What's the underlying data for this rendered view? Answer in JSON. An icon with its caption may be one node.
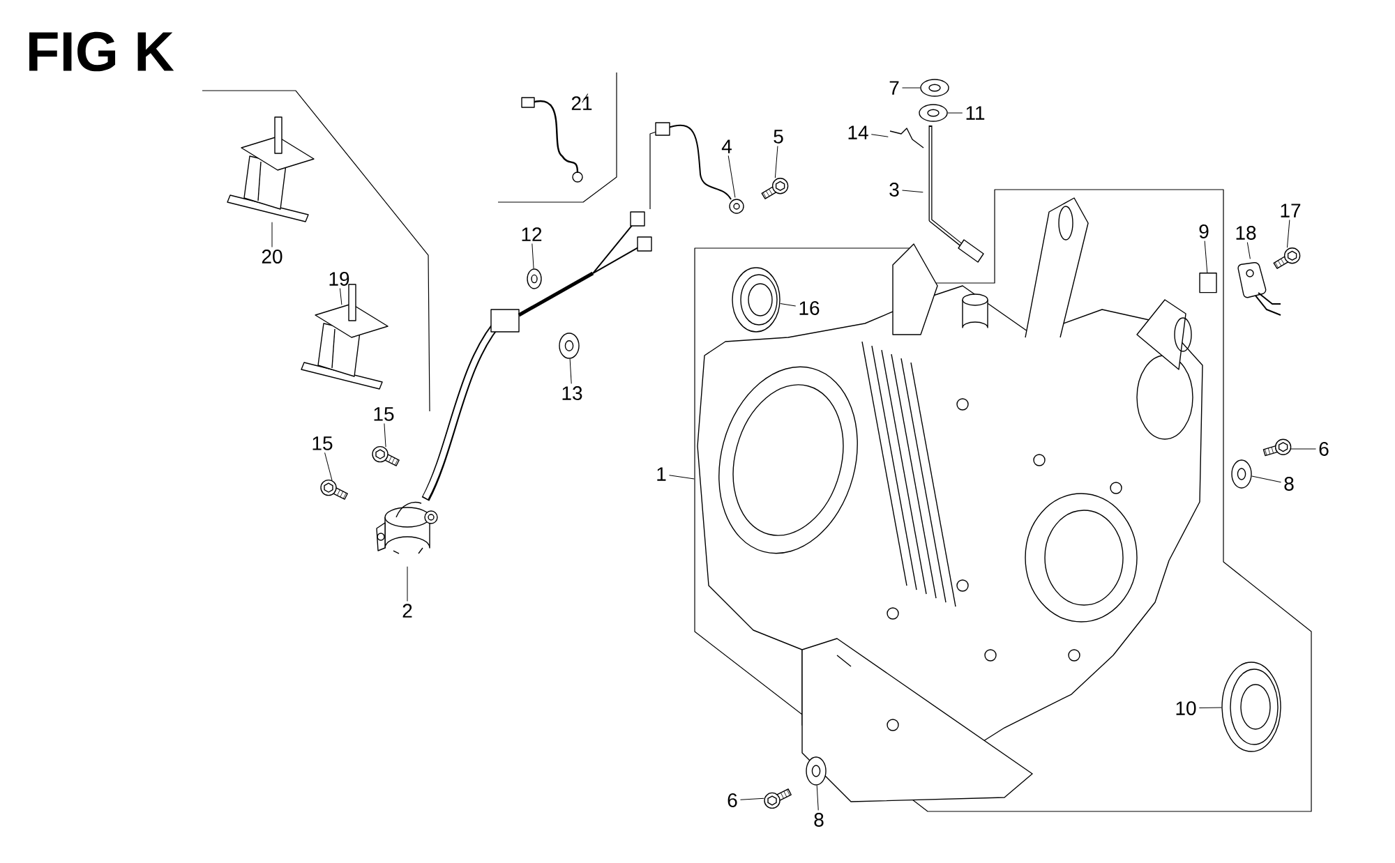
{
  "diagram": {
    "title": "FIG K",
    "nodes": [
      {
        "text": [
          "20"
        ]
      },
      {
        "text": [],
        "shape": "picture"
      },
      {
        "text": [
          "19"
        ]
      },
      {
        "text": [],
        "shape": "picture"
      },
      {
        "text": [
          "15"
        ]
      },
      {
        "text": [],
        "shape": "picture"
      },
      {
        "text": [
          "15"
        ]
      },
      {
        "text": [],
        "shape": "picture"
      },
      {
        "text": [
          "2"
        ]
      },
      {
        "text": [],
        "shape": "picture"
      },
      {
        "text": [
          "21"
        ]
      },
      {
        "text": [],
        "shape": "picture"
      },
      {
        "text": [
          "12"
        ]
      },
      {
        "text": [],
        "shape": "picture"
      },
      {
        "text": [
          "13"
        ]
      },
      {
        "text": [],
        "shape": "picture"
      },
      {
        "text": [
          "4"
        ]
      },
      {
        "text": [],
        "shape": "picture"
      },
      {
        "text": [
          "5"
        ]
      },
      {
        "text": [],
        "shape": "picture"
      },
      {
        "text": [
          "7"
        ]
      },
      {
        "text": [],
        "shape": "picture"
      },
      {
        "text": [
          "11"
        ]
      },
      {
        "text": [],
        "shape": "picture"
      },
      {
        "text": [
          "14"
        ]
      },
      {
        "text": [],
        "shape": "picture"
      },
      {
        "text": [
          "3"
        ]
      },
      {
        "text": [],
        "shape": "picture"
      },
      {
        "text": [
          "16"
        ]
      },
      {
        "text": [],
        "shape": "picture"
      },
      {
        "text": [
          "1"
        ]
      },
      {
        "text": [],
        "shape": "picture"
      },
      {
        "text": [
          "9"
        ]
      },
      {
        "text": [],
        "shape": "cylinder"
      },
      {
        "text": [
          "18"
        ]
      },
      {
        "text": [],
        "shape": "picture"
      },
      {
        "text": [
          "17"
        ]
      },
      {
        "text": [],
        "shape": "picture"
      },
      {
        "text": [
          "6"
        ]
      },
      {
        "text": [],
        "shape": "picture"
      },
      {
        "text": [
          "8"
        ]
      },
      {
        "text": [],
        "shape": "picture"
      },
      {
        "text": [
          "10"
        ]
      },
      {
        "text": [],
        "shape": "picture"
      },
      {
        "text": [
          "6"
        ]
      },
      {
        "text": [],
        "shape": "picture"
      },
      {
        "text": [
          "8"
        ]
      },
      {
        "text": [],
        "shape": "picture"
      }
    ],
    "edges": [
      {
        "from": 0,
        "to": 1,
        "arrow": "none"
      },
      {
        "from": 2,
        "to": 3,
        "arrow": "none"
      },
      {
        "from": 4,
        "to": 5,
        "arrow": "none"
      },
      {
        "from": 6,
        "to": 7,
        "arrow": "none"
      },
      {
        "from": 8,
        "to": 9,
        "arrow": "none"
      },
      {
        "from": 10,
        "to": 11,
        "arrow": "none"
      },
      {
        "from": 12,
        "to": 13,
        "arrow": "none"
      },
      {
        "from": 14,
        "to": 15,
        "arrow": "none"
      },
      {
        "from": 16,
        "to": 17,
        "arrow": "none"
      },
      {
        "from": 18,
        "to": 19,
        "arrow": "none"
      },
      {
        "from": 20,
        "to": 21,
        "arrow": "none"
      },
      {
        "from": 22,
        "to": 23,
        "arrow": "none"
      },
      {
        "from": 24,
        "to": 25,
        "arrow": "none"
      },
      {
        "from": 26,
        "to": 27,
        "arrow": "none"
      },
      {
        "from": 28,
        "to": 29,
        "arrow": "none"
      },
      {
        "from": 30,
        "to": 31,
        "arrow": "none"
      },
      {
        "from": 32,
        "to": 33,
        "arrow": "none"
      },
      {
        "from": 34,
        "to": 35,
        "arrow": "none"
      },
      {
        "from": 36,
        "to": 37,
        "arrow": "none"
      },
      {
        "from": 38,
        "to": 39,
        "arrow": "none"
      },
      {
        "from": 40,
        "to": 41,
        "arrow": "none"
      },
      {
        "from": 42,
        "to": 43,
        "arrow": "none"
      },
      {
        "from": 44,
        "to": 45,
        "arrow": "none"
      },
      {
        "from": 46,
        "to": 47,
        "arrow": "none"
      }
    ]
  }
}
